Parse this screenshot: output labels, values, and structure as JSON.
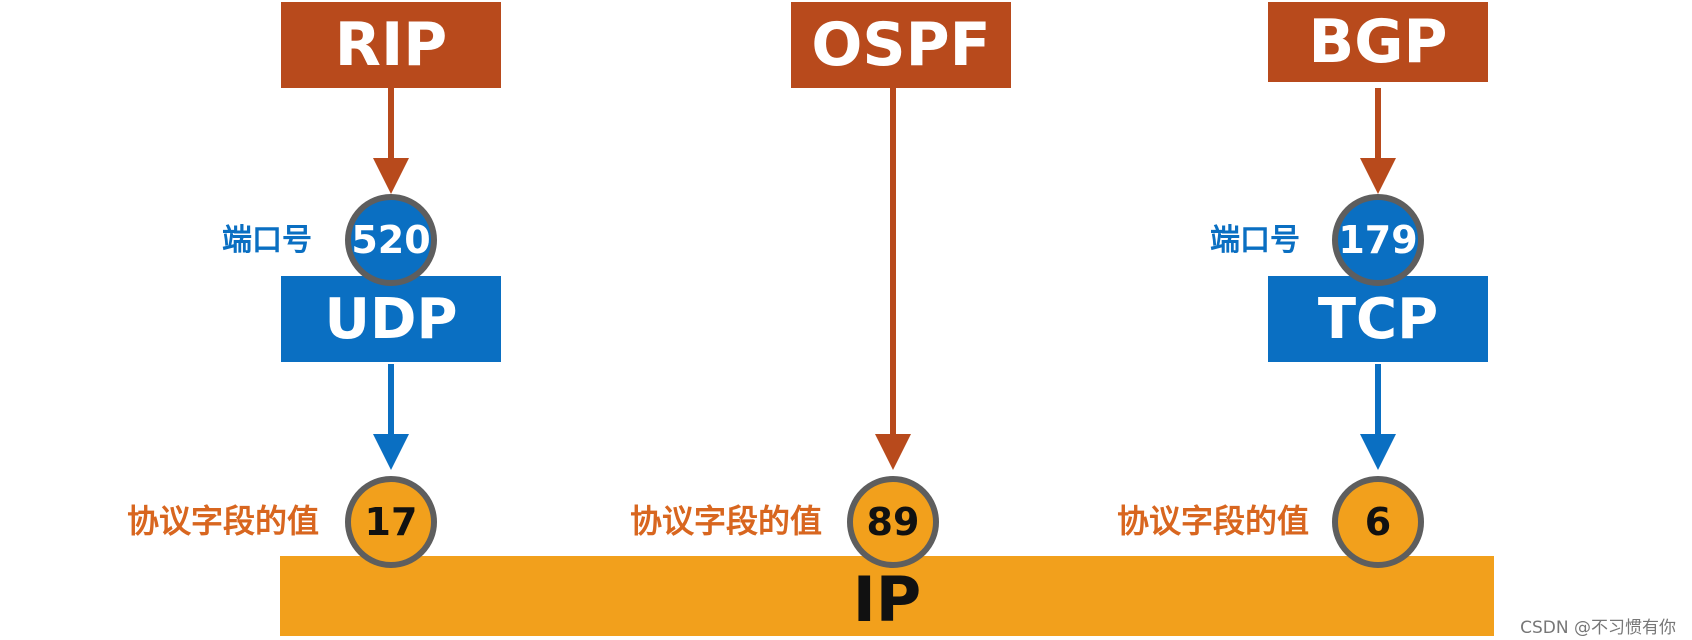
{
  "protocols": {
    "rip": "RIP",
    "ospf": "OSPF",
    "bgp": "BGP"
  },
  "transport": {
    "udp": "UDP",
    "tcp": "TCP"
  },
  "network": {
    "ip": "IP"
  },
  "labels": {
    "port_left": "端口号",
    "port_right": "端口号",
    "protocol_field": "协议字段的值"
  },
  "values": {
    "rip_port": "520",
    "bgp_port": "179",
    "udp_protocol": "17",
    "ospf_protocol": "89",
    "tcp_protocol": "6"
  },
  "watermark": "CSDN @不习惯有你",
  "colors": {
    "routing_box": "#b84a1c",
    "transport_box": "#0a6fc2",
    "ip_bar": "#f2a01c",
    "circle_border": "#5e5e5e"
  }
}
